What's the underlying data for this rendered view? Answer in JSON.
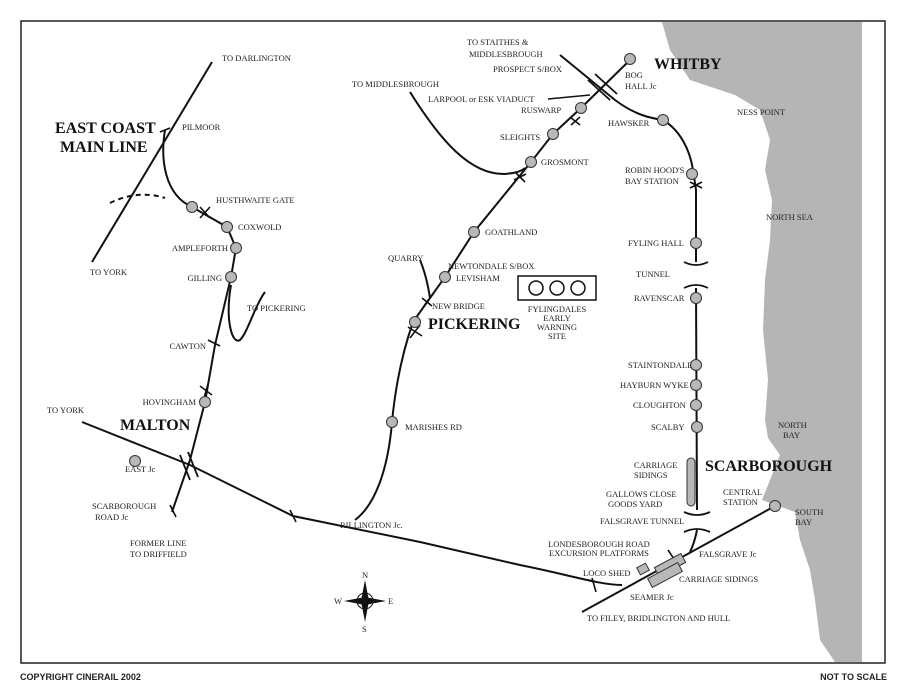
{
  "labels": {
    "to_darlington": "TO DARLINGTON",
    "east_coast_1": "EAST COAST",
    "east_coast_2": "MAIN LINE",
    "pilmoor": "PILMOOR",
    "husthwaite": "HUSTHWAITE GATE",
    "coxwold": "COXWOLD",
    "ampleforth": "AMPLEFORTH",
    "gilling": "GILLING",
    "to_york_1": "TO YORK",
    "to_pickering": "TO PICKERING",
    "cawton": "CAWTON",
    "hovingham": "HOVINGHAM",
    "to_york_2": "TO YORK",
    "malton": "MALTON",
    "east_jc": "EAST Jc",
    "scarborough_road_1": "SCARBOROUGH",
    "scarborough_road_2": "ROAD Jc",
    "former_1": "FORMER LINE",
    "former_2": "TO DRIFFIELD",
    "rillington": "RILLINGTON Jc.",
    "marishes": "MARISHES RD",
    "pickering": "PICKERING",
    "new_bridge": "NEW BRIDGE",
    "levisham": "LEVISHAM",
    "newtondale": "NEWTONDALE S/BOX",
    "quarry": "QUARRY",
    "goathland": "GOATHLAND",
    "grosmont": "GROSMONT",
    "sleights": "SLEIGHTS",
    "ruswarp": "RUSWARP",
    "larpool": "LARPOOL or ESK  VIADUCT",
    "to_middlesbrough": "TO MIDDLESBROUGH",
    "to_staithes_1": "TO STAITHES &",
    "to_staithes_2": "MIDDLESBROUGH",
    "prospect": "PROSPECT S/BOX",
    "bog_hall_1": "BOG",
    "bog_hall_2": "HALL Jc",
    "whitby": "WHITBY",
    "hawsker": "HAWSKER",
    "ness_point": "NESS POINT",
    "robin_hoods_1": "ROBIN HOOD'S",
    "robin_hoods_2": "BAY STATION",
    "north_sea": "NORTH SEA",
    "fyling_hall": "FYLING HALL",
    "tunnel": "TUNNEL",
    "ravenscar": "RAVENSCAR",
    "fylingdales_1": "FYLINGDALES",
    "fylingdales_2": "EARLY",
    "fylingdales_3": "WARNING",
    "fylingdales_4": "SITE",
    "staintondale": "STAINTONDALE",
    "hayburn_wyke": "HAYBURN WYKE",
    "cloughton": "CLOUGHTON",
    "scalby": "SCALBY",
    "north_bay_1": "NORTH",
    "north_bay_2": "BAY",
    "scarborough": "SCARBOROUGH",
    "carriage_sidings_1": "CARRIAGE",
    "carriage_sidings_2": "SIDINGS",
    "gallows_1": "GALLOWS CLOSE",
    "gallows_2": "GOODS YARD",
    "central_1": "CENTRAL",
    "central_2": "STATION",
    "south_bay_1": "SOUTH",
    "south_bay_2": "BAY",
    "falsgrave_tunnel": "FALSGRAVE TUNNEL",
    "londesborough_1": "LONDESBOROUGH ROAD",
    "londesborough_2": "EXCURSION PLATFORMS",
    "falsgrave_jc": "FALSGRAVE Jc",
    "loco_shed": "LOCO SHED",
    "carriage_sidings_b": "CARRIAGE SIDINGS",
    "seamer_jc": "SEAMER Jc",
    "to_filey": "TO FILEY, BRIDLINGTON AND HULL"
  },
  "compass": {
    "n": "N",
    "s": "S",
    "e": "E",
    "w": "W"
  },
  "footer": {
    "copyright": "COPYRIGHT CINERAIL 2002",
    "scale": "NOT TO SCALE"
  },
  "colors": {
    "sea": "#b5b5b5",
    "station": "#b8b8b8"
  }
}
